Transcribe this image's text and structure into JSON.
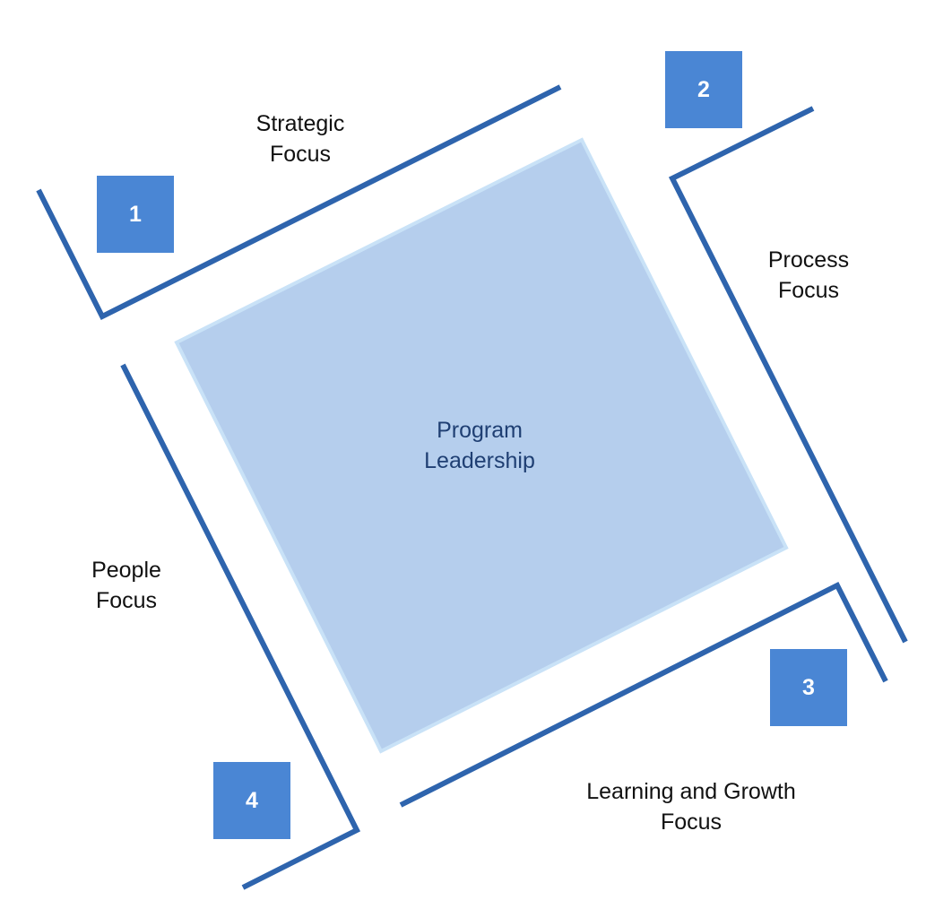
{
  "diagram": {
    "center": {
      "line1": "Program",
      "line2": "Leadership"
    },
    "quadrants": [
      {
        "number": "1",
        "line1": "Strategic",
        "line2": "Focus"
      },
      {
        "number": "2",
        "line1": "Process",
        "line2": "Focus"
      },
      {
        "number": "3",
        "line1": "Learning and Growth",
        "line2": "Focus"
      },
      {
        "number": "4",
        "line1": "People",
        "line2": "Focus"
      }
    ]
  },
  "colors": {
    "square_fill": "#b5ceed",
    "square_stroke": "#c9e2f7",
    "bracket_line": "#2e64ad",
    "badge_fill": "#4a86d4",
    "badge_text": "#ffffff",
    "center_text": "#1f3f73",
    "label_text": "#111111"
  }
}
